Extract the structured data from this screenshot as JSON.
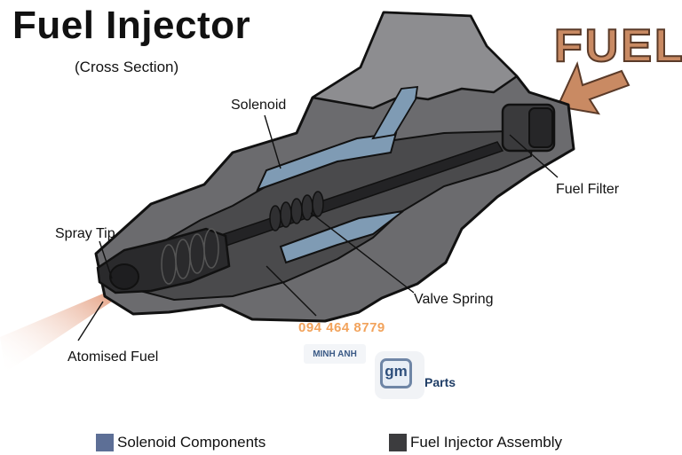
{
  "title": "Fuel Injector",
  "subtitle": "(Cross Section)",
  "inlet_label": "FUEL",
  "labels": {
    "solenoid": "Solenoid",
    "spray_tip": "Spray Tip",
    "fuel_filter": "Fuel Filter",
    "valve_spring": "Valve Spring",
    "atomised_fuel": "Atomised Fuel"
  },
  "legend": [
    {
      "label": "Solenoid Components",
      "color": "#5d6f96"
    },
    {
      "label": "Fuel Injector Assembly",
      "color": "#3c3c3e"
    }
  ],
  "watermark": {
    "phone": "094 464 8779",
    "name": "MINH ANH",
    "logo_text": "gm",
    "parts": "Parts"
  },
  "colors": {
    "body_dark": "#4a4a4c",
    "body_mid": "#6b6b6e",
    "body_light": "#8d8d90",
    "solenoid_blue": "#7f9bb4",
    "arrow_copper": "#c98a63"
  }
}
